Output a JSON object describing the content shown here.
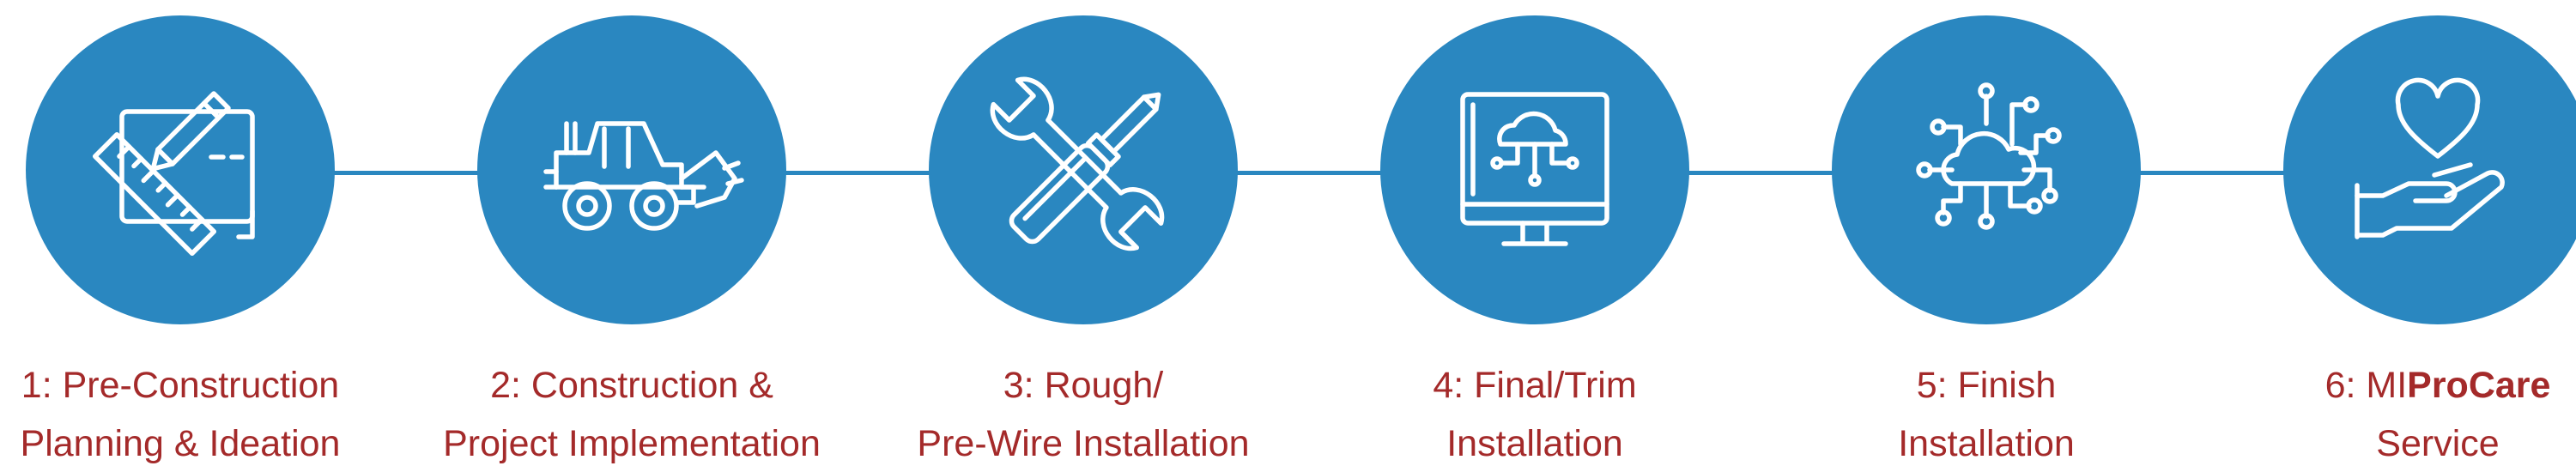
{
  "accent_color": "#2a87c0",
  "label_color": "#a42a2a",
  "steps": [
    {
      "icon": "drafting-plan-icon",
      "line1": "1: Pre-Construction",
      "line2": "Planning & Ideation"
    },
    {
      "icon": "bulldozer-icon",
      "line1": "2: Construction &",
      "line2": "Project Implementation"
    },
    {
      "icon": "wrench-screwdriver-icon",
      "line1": "3: Rough/",
      "line2": "Pre-Wire Installation"
    },
    {
      "icon": "cloud-monitor-icon",
      "line1": "4: Final/Trim",
      "line2": "Installation"
    },
    {
      "icon": "cloud-network-icon",
      "line1": "5: Finish",
      "line2": "Installation"
    },
    {
      "icon": "heart-hand-icon",
      "line1_prefix": "6: MI",
      "line1_bold": "ProCare",
      "line2": "Service"
    }
  ]
}
